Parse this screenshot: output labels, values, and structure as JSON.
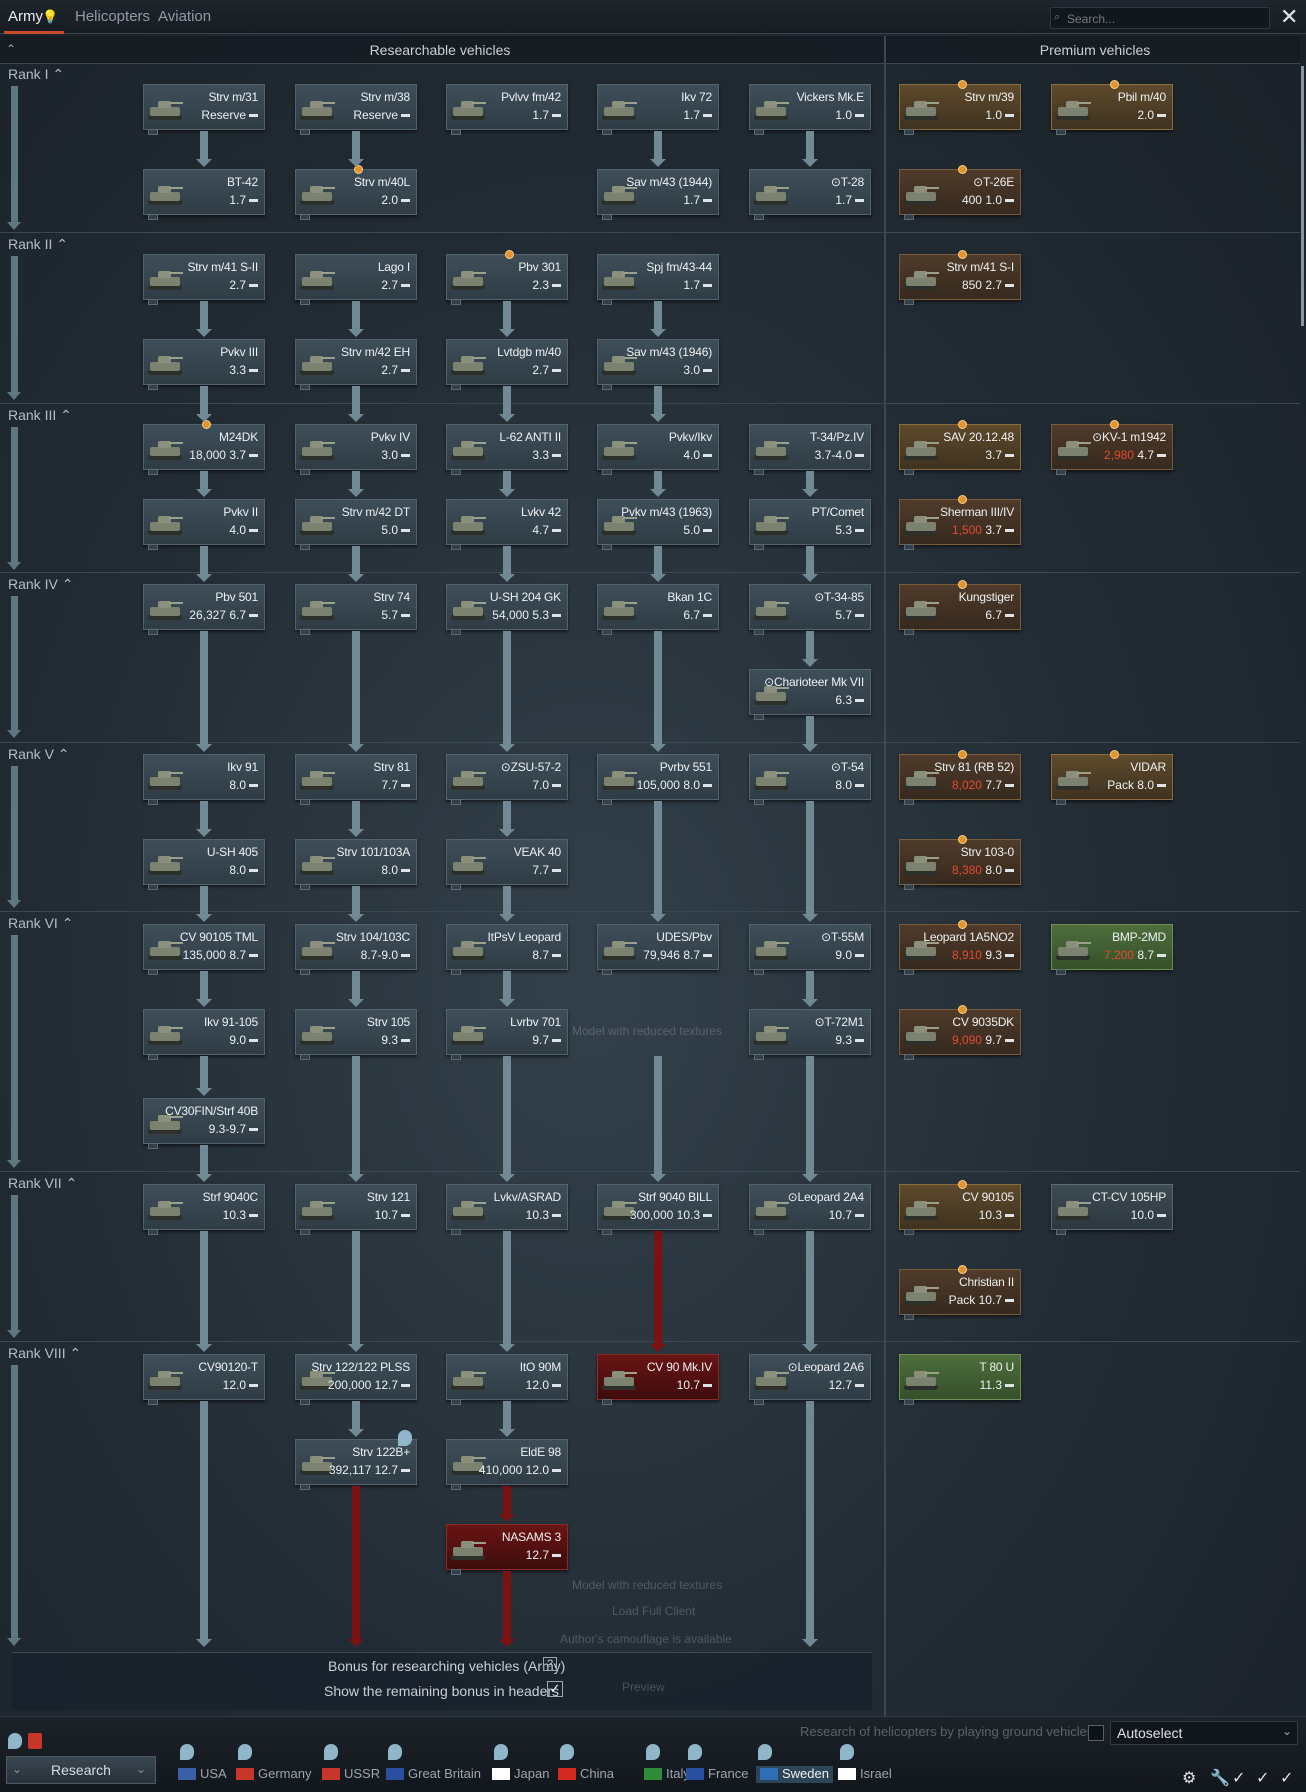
{
  "top_tabs": [
    "Army",
    "Helicopters",
    "Aviation"
  ],
  "search": {
    "placeholder": "Search..."
  },
  "headers": {
    "research": "Researchable vehicles",
    "premium": "Premium vehicles"
  },
  "ranks": [
    "Rank I",
    "Rank II",
    "Rank III",
    "Rank IV",
    "Rank V",
    "Rank VI",
    "Rank VII",
    "Rank VIII"
  ],
  "vehicles": [
    {
      "name": "Strv m/31",
      "br": "Reserve"
    },
    {
      "name": "Strv m/38",
      "br": "Reserve"
    },
    {
      "name": "Pvlvv fm/42",
      "br": "1.7"
    },
    {
      "name": "Ikv 72",
      "br": "1.7"
    },
    {
      "name": "Vickers Mk.E",
      "br": "1.0"
    },
    {
      "name": "Strv m/39",
      "br": "1.0"
    },
    {
      "name": "Pbil m/40",
      "br": "2.0"
    },
    {
      "name": "BT-42",
      "br": "1.7"
    },
    {
      "name": "Strv m/40L",
      "br": "2.0"
    },
    {
      "name": "Sav m/43 (1944)",
      "br": "1.7"
    },
    {
      "name": "⊙T-28",
      "br": "1.7"
    },
    {
      "name": "⊙T-26E",
      "br": "1.0",
      "cost": "400"
    },
    {
      "name": "Strv m/41 S-II",
      "br": "2.7"
    },
    {
      "name": "Lago I",
      "br": "2.7"
    },
    {
      "name": "Pbv 301",
      "br": "2.3"
    },
    {
      "name": "Spj fm/43-44",
      "br": "1.7"
    },
    {
      "name": "Strv m/41 S-I",
      "br": "2.7",
      "cost": "850"
    },
    {
      "name": "Pvkv III",
      "br": "3.3"
    },
    {
      "name": "Strv m/42 EH",
      "br": "2.7"
    },
    {
      "name": "Lvtdgb m/40",
      "br": "2.7"
    },
    {
      "name": "Sav m/43 (1946)",
      "br": "3.0"
    },
    {
      "name": "M24DK",
      "br": "3.7",
      "cost": "18,000"
    },
    {
      "name": "Pvkv IV",
      "br": "3.0"
    },
    {
      "name": "L-62 ANTI II",
      "br": "3.3"
    },
    {
      "name": "Pvkv/Ikv",
      "br": "4.0"
    },
    {
      "name": "T-34/Pz.IV",
      "br": "3.7-4.0"
    },
    {
      "name": "SAV 20.12.48",
      "br": "3.7"
    },
    {
      "name": "⊙KV-1 m1942",
      "br": "4.7",
      "cost": "2,980"
    },
    {
      "name": "Pvkv II",
      "br": "4.0"
    },
    {
      "name": "Strv m/42 DT",
      "br": "5.0"
    },
    {
      "name": "Lvkv 42",
      "br": "4.7"
    },
    {
      "name": "Pvkv m/43 (1963)",
      "br": "5.0"
    },
    {
      "name": "PT/Comet",
      "br": "5.3"
    },
    {
      "name": "Sherman III/IV",
      "br": "3.7",
      "cost": "1,500"
    },
    {
      "name": "Pbv 501",
      "br": "6.7",
      "cost": "26,327"
    },
    {
      "name": "Strv 74",
      "br": "5.7"
    },
    {
      "name": "U-SH 204 GK",
      "br": "5.3",
      "cost": "54,000"
    },
    {
      "name": "Bkan 1C",
      "br": "6.7"
    },
    {
      "name": "⊙T-34-85",
      "br": "5.7"
    },
    {
      "name": "Kungstiger",
      "br": "6.7"
    },
    {
      "name": "⊙Charioteer Mk VII",
      "br": "6.3"
    },
    {
      "name": "Ikv 91",
      "br": "8.0"
    },
    {
      "name": "Strv 81",
      "br": "7.7"
    },
    {
      "name": "⊙ZSU-57-2",
      "br": "7.0"
    },
    {
      "name": "Pvrbv 551",
      "br": "8.0",
      "cost": "105,000"
    },
    {
      "name": "⊙T-54",
      "br": "8.0"
    },
    {
      "name": "Strv 81 (RB 52)",
      "br": "7.7",
      "cost": "8,020"
    },
    {
      "name": "VIDAR",
      "br": "Pack 8.0"
    },
    {
      "name": "U-SH 405",
      "br": "8.0"
    },
    {
      "name": "Strv 101/103A",
      "br": "8.0"
    },
    {
      "name": "VEAK 40",
      "br": "7.7"
    },
    {
      "name": "Strv 103-0",
      "br": "8.0",
      "cost": "8,380"
    },
    {
      "name": "CV 90105 TML",
      "br": "8.7",
      "cost": "135,000"
    },
    {
      "name": "Strv 104/103C",
      "br": "8.7-9.0"
    },
    {
      "name": "ItPsV Leopard",
      "br": "8.7"
    },
    {
      "name": "UDES/Pbv",
      "br": "8.7",
      "cost": "79,946"
    },
    {
      "name": "⊙T-55M",
      "br": "9.0"
    },
    {
      "name": "Leopard 1A5NO2",
      "br": "9.3",
      "cost": "8,910"
    },
    {
      "name": "BMP-2MD",
      "br": "8.7",
      "cost": "7,200"
    },
    {
      "name": "Ikv 91-105",
      "br": "9.0"
    },
    {
      "name": "Strv 105",
      "br": "9.3"
    },
    {
      "name": "Lvrbv 701",
      "br": "9.7"
    },
    {
      "name": "⊙T-72M1",
      "br": "9.3"
    },
    {
      "name": "CV 9035DK",
      "br": "9.7",
      "cost": "9,090"
    },
    {
      "name": "CV30FIN/Strf 40B",
      "br": "9.3-9.7"
    },
    {
      "name": "Strf 9040C",
      "br": "10.3"
    },
    {
      "name": "Strv 121",
      "br": "10.7"
    },
    {
      "name": "Lvkv/ASRAD",
      "br": "10.3"
    },
    {
      "name": "Strf 9040 BILL",
      "br": "10.3",
      "cost": "300,000"
    },
    {
      "name": "⊙Leopard 2A4",
      "br": "10.7"
    },
    {
      "name": "CV 90105",
      "br": "10.3"
    },
    {
      "name": "CT-CV 105HP",
      "br": "10.0"
    },
    {
      "name": "Christian II",
      "br": "Pack 10.7"
    },
    {
      "name": "CV90120-T",
      "br": "12.0"
    },
    {
      "name": "Strv 122/122 PLSS",
      "br": "12.7",
      "cost": "200,000"
    },
    {
      "name": "ItO 90M",
      "br": "12.0"
    },
    {
      "name": "CV 90 Mk.IV",
      "br": "10.7"
    },
    {
      "name": "⊙Leopard 2A6",
      "br": "12.7"
    },
    {
      "name": "T 80 U",
      "br": "11.3"
    },
    {
      "name": "Strv 122B+",
      "br": "12.7",
      "cost": "392,117"
    },
    {
      "name": "EldE 98",
      "br": "12.0",
      "cost": "410,000"
    },
    {
      "name": "NASAMS 3",
      "br": "12.7"
    }
  ],
  "ghost_texts": {
    "reduced1": "Model with reduced textures",
    "reduced2": "Model with reduced textures",
    "load_full": "Load Full Client",
    "camo": "Author's camouflage is available",
    "preview": "Preview"
  },
  "bonus": {
    "title": "Bonus for researching vehicles (Army)",
    "help": "?",
    "remaining": "Show the remaining bonus in headers",
    "check": "✓"
  },
  "bottom": {
    "heli_research": "Research of helicopters by playing ground vehicles",
    "autoselect": "Autoselect",
    "research_btn": "Research"
  },
  "nations": [
    "USA",
    "Germany",
    "USSR",
    "Great Britain",
    "Japan",
    "China",
    "Italy",
    "France",
    "Sweden",
    "Israel"
  ],
  "colors": {
    "accent": "#c74a2a",
    "premium_gold": "#e34a2e",
    "active_nation": "#2d4656"
  }
}
